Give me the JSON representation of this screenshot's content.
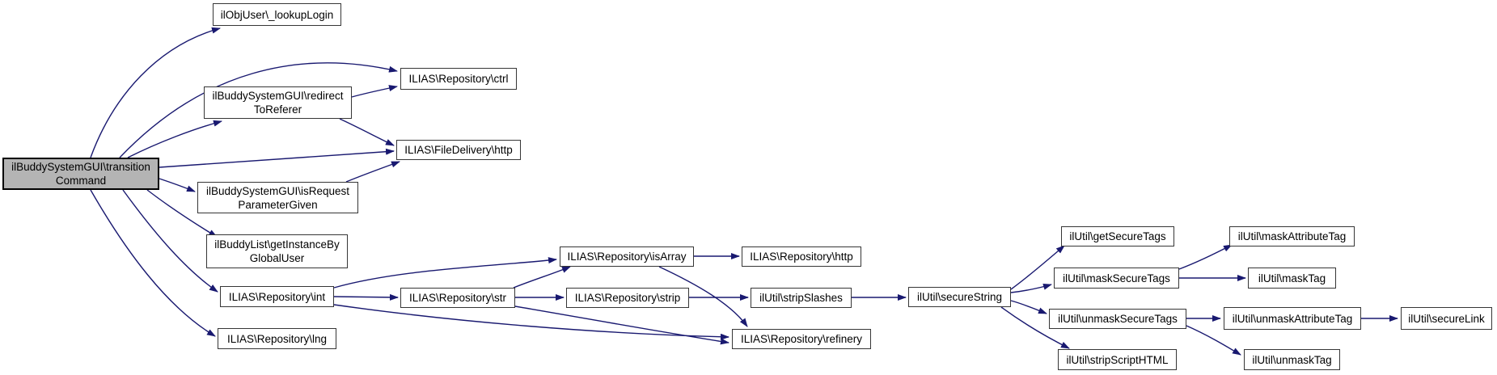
{
  "diagram": {
    "type": "call-graph",
    "colors": {
      "background": "#ffffff",
      "edge": "#191970",
      "node_border": "#363636",
      "node_fill": "#ffffff",
      "highlight_fill": "#b4b4b4",
      "text": "#000000"
    },
    "nodes": [
      {
        "id": "transitionCommand",
        "label": "ilBuddySystemGUI\\transition\nCommand",
        "highlighted": true
      },
      {
        "id": "lookupLogin",
        "label": "ilObjUser\\_lookupLogin",
        "highlighted": false
      },
      {
        "id": "ctrl",
        "label": "ILIAS\\Repository\\ctrl",
        "highlighted": false
      },
      {
        "id": "redirectToReferer",
        "label": "ilBuddySystemGUI\\redirect\nToReferer",
        "highlighted": false
      },
      {
        "id": "fileDeliveryHttp",
        "label": "ILIAS\\FileDelivery\\http",
        "highlighted": false
      },
      {
        "id": "isRequestParameterGiven",
        "label": "ilBuddySystemGUI\\isRequest\nParameterGiven",
        "highlighted": false
      },
      {
        "id": "getInstanceByGlobalUser",
        "label": "ilBuddyList\\getInstanceBy\nGlobalUser",
        "highlighted": false
      },
      {
        "id": "int",
        "label": "ILIAS\\Repository\\int",
        "highlighted": false
      },
      {
        "id": "lng",
        "label": "ILIAS\\Repository\\lng",
        "highlighted": false
      },
      {
        "id": "str",
        "label": "ILIAS\\Repository\\str",
        "highlighted": false
      },
      {
        "id": "isArray",
        "label": "ILIAS\\Repository\\isArray",
        "highlighted": false
      },
      {
        "id": "strip",
        "label": "ILIAS\\Repository\\strip",
        "highlighted": false
      },
      {
        "id": "repositoryHttp",
        "label": "ILIAS\\Repository\\http",
        "highlighted": false
      },
      {
        "id": "stripSlashes",
        "label": "ilUtil\\stripSlashes",
        "highlighted": false
      },
      {
        "id": "refinery",
        "label": "ILIAS\\Repository\\refinery",
        "highlighted": false
      },
      {
        "id": "secureString",
        "label": "ilUtil\\secureString",
        "highlighted": false
      },
      {
        "id": "getSecureTags",
        "label": "ilUtil\\getSecureTags",
        "highlighted": false
      },
      {
        "id": "maskSecureTags",
        "label": "ilUtil\\maskSecureTags",
        "highlighted": false
      },
      {
        "id": "unmaskSecureTags",
        "label": "ilUtil\\unmaskSecureTags",
        "highlighted": false
      },
      {
        "id": "stripScriptHTML",
        "label": "ilUtil\\stripScriptHTML",
        "highlighted": false
      },
      {
        "id": "maskAttributeTag",
        "label": "ilUtil\\maskAttributeTag",
        "highlighted": false
      },
      {
        "id": "maskTag",
        "label": "ilUtil\\maskTag",
        "highlighted": false
      },
      {
        "id": "unmaskAttributeTag",
        "label": "ilUtil\\unmaskAttributeTag",
        "highlighted": false
      },
      {
        "id": "secureLink",
        "label": "ilUtil\\secureLink",
        "highlighted": false
      },
      {
        "id": "unmaskTag",
        "label": "ilUtil\\unmaskTag",
        "highlighted": false
      }
    ],
    "edges": [
      {
        "from": "transitionCommand",
        "to": "lookupLogin"
      },
      {
        "from": "transitionCommand",
        "to": "ctrl"
      },
      {
        "from": "transitionCommand",
        "to": "redirectToReferer"
      },
      {
        "from": "transitionCommand",
        "to": "fileDeliveryHttp"
      },
      {
        "from": "transitionCommand",
        "to": "isRequestParameterGiven"
      },
      {
        "from": "transitionCommand",
        "to": "getInstanceByGlobalUser"
      },
      {
        "from": "transitionCommand",
        "to": "int"
      },
      {
        "from": "transitionCommand",
        "to": "lng"
      },
      {
        "from": "redirectToReferer",
        "to": "ctrl"
      },
      {
        "from": "redirectToReferer",
        "to": "fileDeliveryHttp"
      },
      {
        "from": "isRequestParameterGiven",
        "to": "fileDeliveryHttp"
      },
      {
        "from": "int",
        "to": "str"
      },
      {
        "from": "int",
        "to": "isArray"
      },
      {
        "from": "int",
        "to": "refinery"
      },
      {
        "from": "str",
        "to": "isArray"
      },
      {
        "from": "str",
        "to": "strip"
      },
      {
        "from": "str",
        "to": "refinery"
      },
      {
        "from": "isArray",
        "to": "repositoryHttp"
      },
      {
        "from": "isArray",
        "to": "refinery"
      },
      {
        "from": "strip",
        "to": "stripSlashes"
      },
      {
        "from": "stripSlashes",
        "to": "secureString"
      },
      {
        "from": "secureString",
        "to": "getSecureTags"
      },
      {
        "from": "secureString",
        "to": "maskSecureTags"
      },
      {
        "from": "secureString",
        "to": "unmaskSecureTags"
      },
      {
        "from": "secureString",
        "to": "stripScriptHTML"
      },
      {
        "from": "maskSecureTags",
        "to": "maskAttributeTag"
      },
      {
        "from": "maskSecureTags",
        "to": "maskTag"
      },
      {
        "from": "unmaskSecureTags",
        "to": "unmaskAttributeTag"
      },
      {
        "from": "unmaskSecureTags",
        "to": "unmaskTag"
      },
      {
        "from": "unmaskAttributeTag",
        "to": "secureLink"
      }
    ]
  }
}
